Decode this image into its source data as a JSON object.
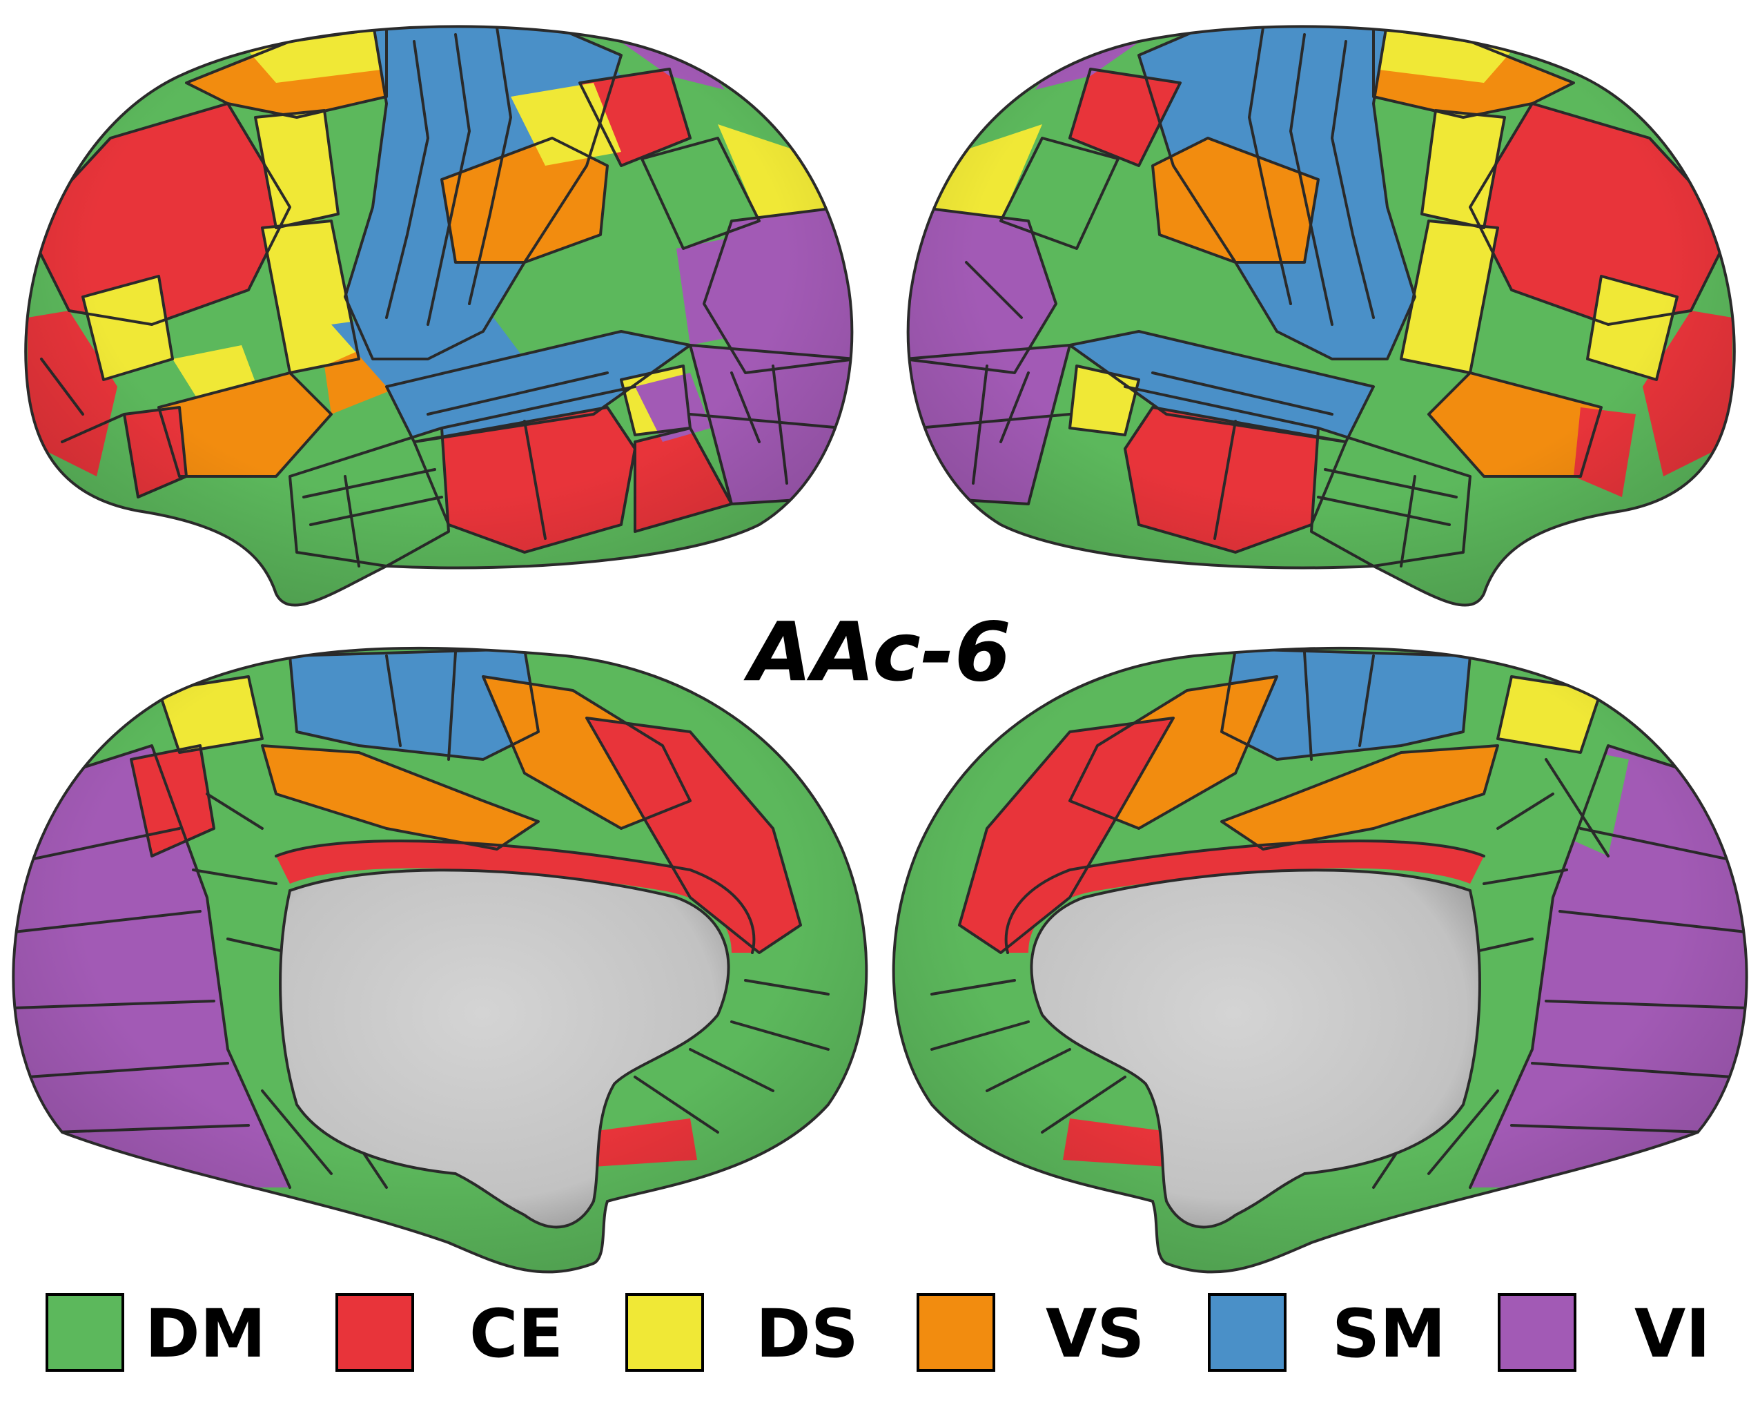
{
  "title": "AAc-6",
  "legend": [
    {
      "code": "DM",
      "color": "#5cb85c"
    },
    {
      "code": "CE",
      "color": "#e8343a"
    },
    {
      "code": "DS",
      "color": "#f0e836"
    },
    {
      "code": "VS",
      "color": "#f28c0f"
    },
    {
      "code": "SM",
      "color": "#4a90c8"
    },
    {
      "code": "VI",
      "color": "#a25ab5"
    }
  ],
  "views": [
    {
      "id": "left-lateral"
    },
    {
      "id": "right-lateral"
    },
    {
      "id": "left-medial"
    },
    {
      "id": "right-medial"
    }
  ]
}
